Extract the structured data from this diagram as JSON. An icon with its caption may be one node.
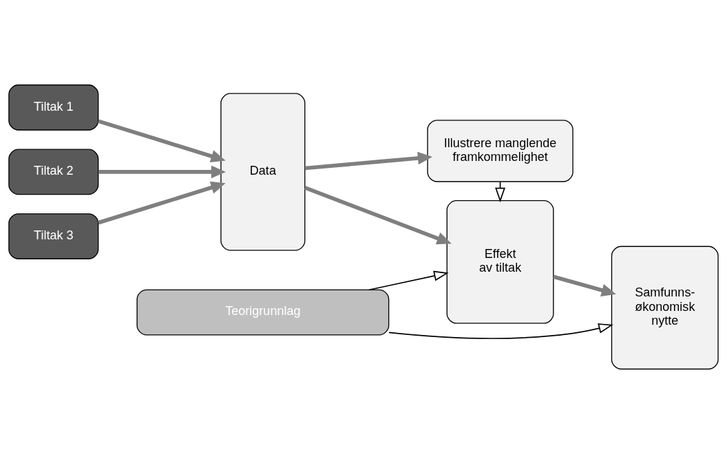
{
  "diagram": {
    "nodes": [
      {
        "text": [
          "Tiltak 1"
        ]
      },
      {
        "text": [
          "Tiltak 2"
        ]
      },
      {
        "text": [
          "Tiltak 3"
        ]
      },
      {
        "text": [
          "Data"
        ]
      },
      {
        "text": [
          "Illustrere manglende framkommelighet"
        ]
      },
      {
        "text": [
          "Effekt av tiltak"
        ]
      },
      {
        "text": [
          "Samfunns- økonomisk nytte"
        ]
      },
      {
        "text": [
          "Teorigrunnlag"
        ]
      }
    ],
    "edges": [
      {
        "from": 0,
        "to": 3,
        "arrow": "to"
      },
      {
        "from": 1,
        "to": 3,
        "arrow": "to"
      },
      {
        "from": 2,
        "to": 3,
        "arrow": "to"
      },
      {
        "from": 3,
        "to": 4,
        "arrow": "to"
      },
      {
        "from": 3,
        "to": 5,
        "arrow": "to"
      },
      {
        "from": 4,
        "to": 5,
        "arrow": "to",
        "color": "#000000"
      },
      {
        "from": 5,
        "to": 6,
        "arrow": "to"
      },
      {
        "from": 7,
        "to": 5,
        "arrow": "to",
        "color": "#000000"
      },
      {
        "from": 7,
        "to": 6,
        "arrow": "to",
        "color": "#000000"
      }
    ]
  }
}
